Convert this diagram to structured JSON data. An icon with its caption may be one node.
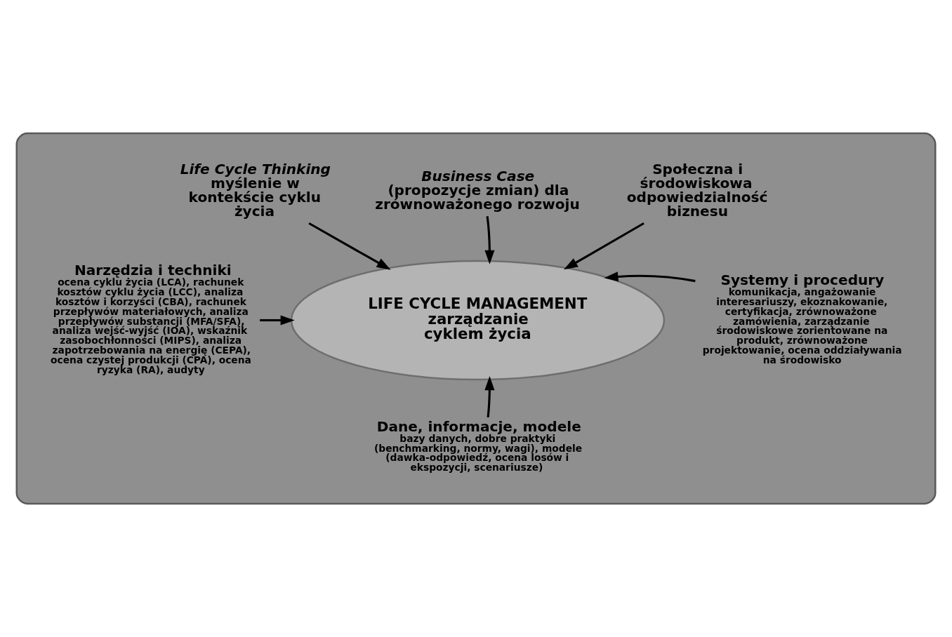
{
  "diagram": {
    "nodes": [
      {
        "text": [],
        "shape": "ellipse"
      },
      {
        "text": [
          "Life Cycle Thinking",
          "myślenie w kontekście cyklu życia"
        ],
        "in": 0
      },
      {
        "text": [
          "Business Case",
          "(propozycje zmian) dla zrównoważonego rozwoju"
        ],
        "in": 0
      },
      {
        "text": [
          "Społeczna i środowiskowa odpowiedzialność biznesu"
        ],
        "in": 0
      },
      {
        "text": [
          "Narzędzia i techniki",
          "ocena cyklu życia (LCA), rachunek kosztów cyklu życia (LCC), analiza kosztów i korzyści (CBA), rachunek przepływów materiałowych, analiza przepływów substancji (MFA/SFA), analiza wejść-wyjść (IOA), wskaźnik zasobochłonności (MIPS), analiza zapotrzebowania na energię (CEPA), ocena czystej produkcji (CPA), ocena ryzyka (RA), audyty"
        ],
        "in": 0
      },
      {
        "text": [
          "LIFE CYCLE MANAGEMENT",
          "zarządzanie cyklem życia"
        ],
        "in": 0
      },
      {
        "text": [
          "Systemy i procedury",
          "komunikacja, angażowanie interesariuszy, ekoznakowanie, certyfikacja, zrównoważone zamówienia, zarządzanie środowiskowe zorientowane na produkt, zrównoważone projektowanie, ocena oddziaływania na środowisko"
        ],
        "in": 0
      },
      {
        "text": [
          "Dane, informacje, modele",
          "bazy danych, dobre praktyki (benchmarking, normy, wagi), modele (dawka-odpowiedź, ocena losów i ekspozycji, scenariusze)"
        ],
        "in": 0
      }
    ],
    "edges": [
      {
        "from": 1,
        "to": 5,
        "arrow": "to"
      },
      {
        "from": 2,
        "to": 5,
        "arrow": "to"
      },
      {
        "from": 3,
        "to": 5,
        "arrow": "to"
      },
      {
        "from": 4,
        "to": 5,
        "arrow": "to"
      },
      {
        "from": 6,
        "to": 5,
        "arrow": "to"
      },
      {
        "from": 7,
        "to": 5,
        "arrow": "to"
      }
    ]
  }
}
